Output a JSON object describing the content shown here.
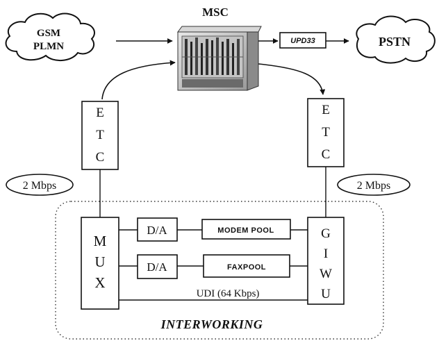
{
  "clouds": {
    "gsm_line1": "GSM",
    "gsm_line2": "PLMN",
    "pstn": "PSTN"
  },
  "msc": {
    "label": "MSC"
  },
  "upd_box": {
    "label": "UPD33"
  },
  "etc_left": {
    "letters": [
      "E",
      "T",
      "C"
    ]
  },
  "etc_right": {
    "letters": [
      "E",
      "T",
      "C"
    ]
  },
  "rate_left": {
    "label": "2 Mbps"
  },
  "rate_right": {
    "label": "2 Mbps"
  },
  "mux": {
    "letters": [
      "M",
      "U",
      "X"
    ]
  },
  "giwu": {
    "letters": [
      "G",
      "I",
      "W",
      "U"
    ]
  },
  "da_top": {
    "label": "D/A"
  },
  "da_bottom": {
    "label": "D/A"
  },
  "modem_pool": {
    "label": "MODEM POOL"
  },
  "fax_pool": {
    "label": "FAXPOOL"
  },
  "udi": {
    "label": "UDI  (64 Kbps)"
  },
  "interworking": {
    "label": "INTERWORKING"
  },
  "colors": {
    "ink": "#111111",
    "background": "#ffffff"
  }
}
